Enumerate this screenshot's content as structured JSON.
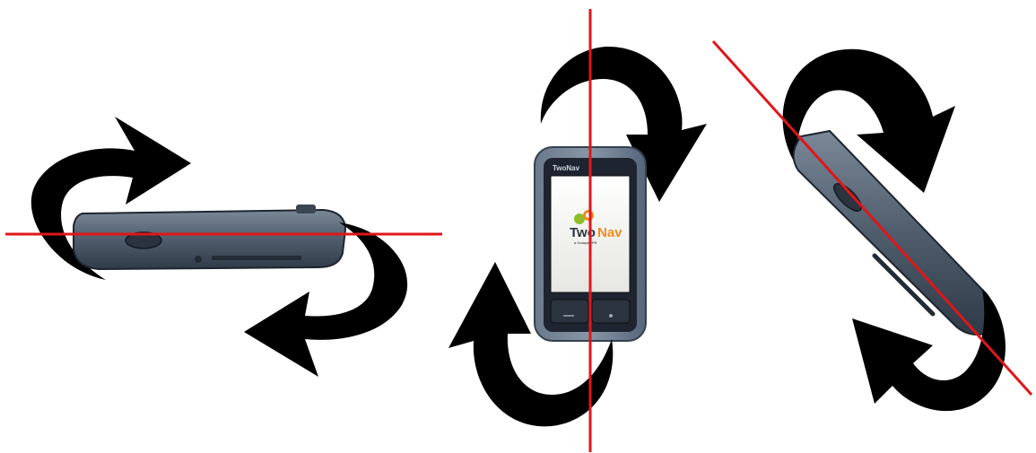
{
  "colors": {
    "background": "#ffffff",
    "axis_line": "#e0161a",
    "arrow": "#000000",
    "device_body": "#5a6878",
    "device_body_dark": "#2f3a47",
    "device_bezel": "#1e2530",
    "screen_bg": "#f4f4f2",
    "logo_green": "#8cbf2a",
    "logo_orange": "#f08c1e",
    "logo_text": "#2b3440"
  },
  "device": {
    "brand_label": "TwoNav",
    "screen_logo_left": "Two",
    "screen_logo_right": "Nav",
    "screen_logo_tagline": "a CompeGPS"
  },
  "views": [
    {
      "id": "roll",
      "orientation": "horizontal-side-view",
      "axis": "horizontal"
    },
    {
      "id": "yaw",
      "orientation": "front-view",
      "axis": "vertical"
    },
    {
      "id": "pitch",
      "orientation": "diagonal-side-view",
      "axis": "diagonal"
    }
  ],
  "icons": {
    "rotation_arrow": "curved-arrow-icon",
    "power_button": "power-button-icon"
  }
}
